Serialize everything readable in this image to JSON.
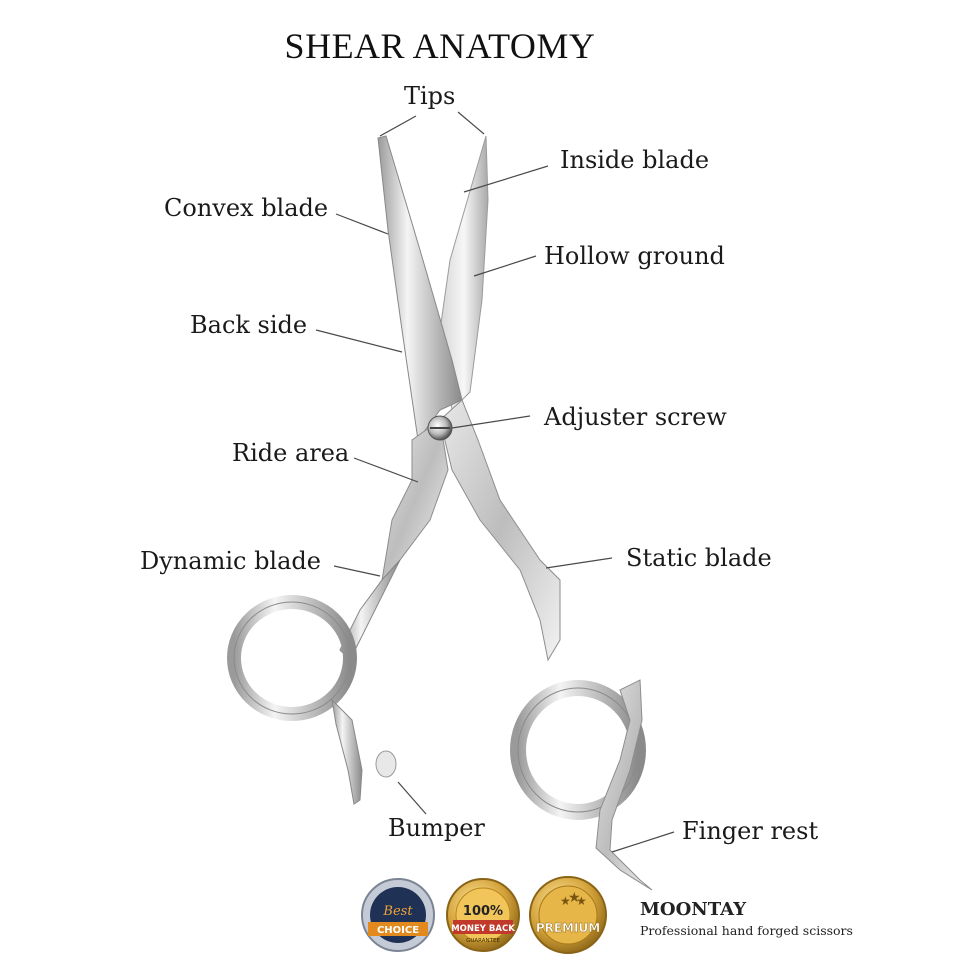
{
  "title": "SHEAR ANATOMY",
  "labels": {
    "tips": "Tips",
    "inside_blade": "Inside blade",
    "convex_blade": "Convex blade",
    "hollow_ground": "Hollow ground",
    "back_side": "Back side",
    "adjuster_screw": "Adjuster screw",
    "ride_area": "Ride area",
    "dynamic_blade": "Dynamic blade",
    "static_blade": "Static blade",
    "bumper": "Bumper",
    "finger_rest": "Finger rest"
  },
  "badges": {
    "best": {
      "line1": "Best",
      "line2": "CHOICE"
    },
    "money_back": {
      "line1": "100%",
      "line2": "MONEY BACK",
      "line3": "GUARANTEE"
    },
    "premium": {
      "line1": "PREMIUM"
    }
  },
  "brand": {
    "name": "MOONTAY",
    "tagline": "Professional hand forged scissors"
  }
}
